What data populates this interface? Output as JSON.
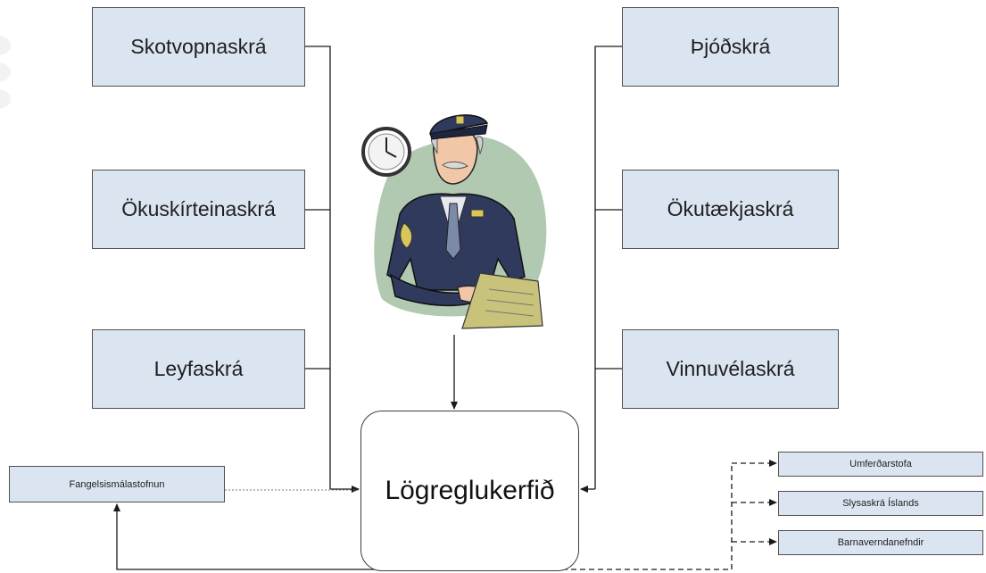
{
  "left_boxes": [
    "Skotvopnaskrá",
    "Ökuskírteinaskrá",
    "Leyfaskrá"
  ],
  "right_boxes": [
    "Þjóðskrá",
    "Ökutækjaskrá",
    "Vinnuvélaskrá"
  ],
  "center": "Lögreglukerfið",
  "fangelsi": "Fangelsismálastofnun",
  "outputs": [
    "Umferðarstofa",
    "Slysaskrá Íslands",
    "Barnaverndanefndir"
  ],
  "illustration": "police-officer-clipart"
}
